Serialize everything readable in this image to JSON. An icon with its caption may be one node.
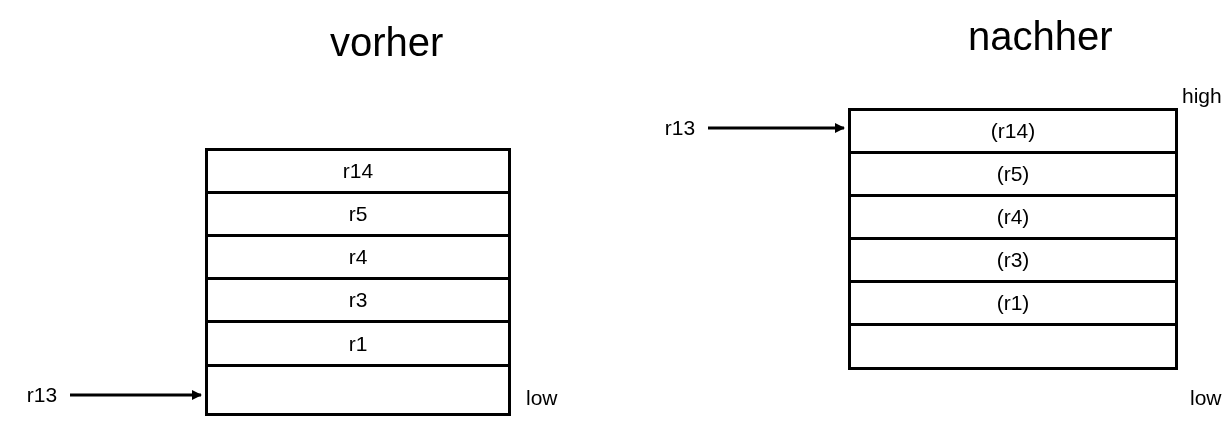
{
  "diagram": {
    "nodes": [
      {
        "text": [
          "r14"
        ]
      },
      {
        "text": [
          "r5"
        ]
      },
      {
        "text": [
          "r4"
        ]
      },
      {
        "text": [
          "r3"
        ]
      },
      {
        "text": [
          "r1"
        ]
      },
      {
        "text": [],
        "shape": "box"
      },
      {
        "text": [
          "r13"
        ]
      },
      {
        "text": [
          "r13"
        ]
      },
      {
        "text": [
          "(r14)"
        ]
      },
      {
        "text": [
          "(r5)"
        ]
      },
      {
        "text": [
          "(r4)"
        ]
      },
      {
        "text": [
          "(r3)"
        ]
      },
      {
        "text": [
          "(r1)"
        ]
      },
      {
        "text": [],
        "shape": "box"
      }
    ],
    "edges": [
      {
        "from": 6,
        "to": 5,
        "arrow": "to"
      },
      {
        "from": 7,
        "to": 8,
        "arrow": "to"
      }
    ],
    "labels": [
      "vorher",
      "nachher",
      "high",
      "low",
      "low"
    ]
  }
}
